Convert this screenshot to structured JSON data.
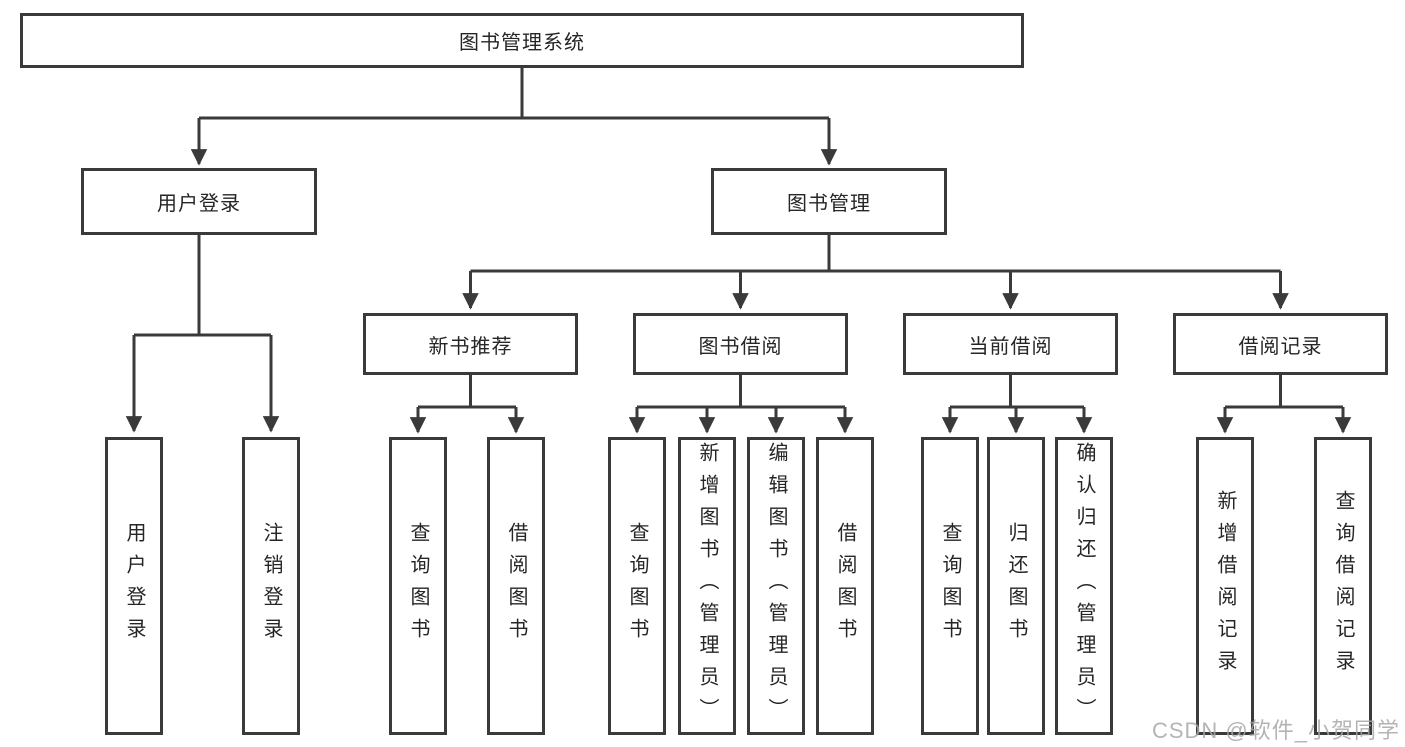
{
  "colors": {
    "line": "#3a3a3a",
    "text": "#262626",
    "background": "#ffffff",
    "watermark": "#a8a8a8"
  },
  "diagram": {
    "root": {
      "label": "图书管理系统"
    },
    "branches": [
      {
        "label": "用户登录",
        "children": [
          {
            "label": "用户登录"
          },
          {
            "label": "注销登录"
          }
        ]
      },
      {
        "label": "图书管理",
        "children": [
          {
            "label": "新书推荐",
            "children": [
              {
                "label": "查询图书"
              },
              {
                "label": "借阅图书"
              }
            ]
          },
          {
            "label": "图书借阅",
            "children": [
              {
                "label": "查询图书"
              },
              {
                "label": "新增图书（管理员）"
              },
              {
                "label": "编辑图书（管理员）"
              },
              {
                "label": "借阅图书"
              }
            ]
          },
          {
            "label": "当前借阅",
            "children": [
              {
                "label": "查询图书"
              },
              {
                "label": "归还图书"
              },
              {
                "label": "确认归还（管理员）"
              }
            ]
          },
          {
            "label": "借阅记录",
            "children": [
              {
                "label": "新增借阅记录"
              },
              {
                "label": "查询借阅记录"
              }
            ]
          }
        ]
      }
    ]
  },
  "watermark": {
    "text": "CSDN @软件_小贺同学"
  }
}
